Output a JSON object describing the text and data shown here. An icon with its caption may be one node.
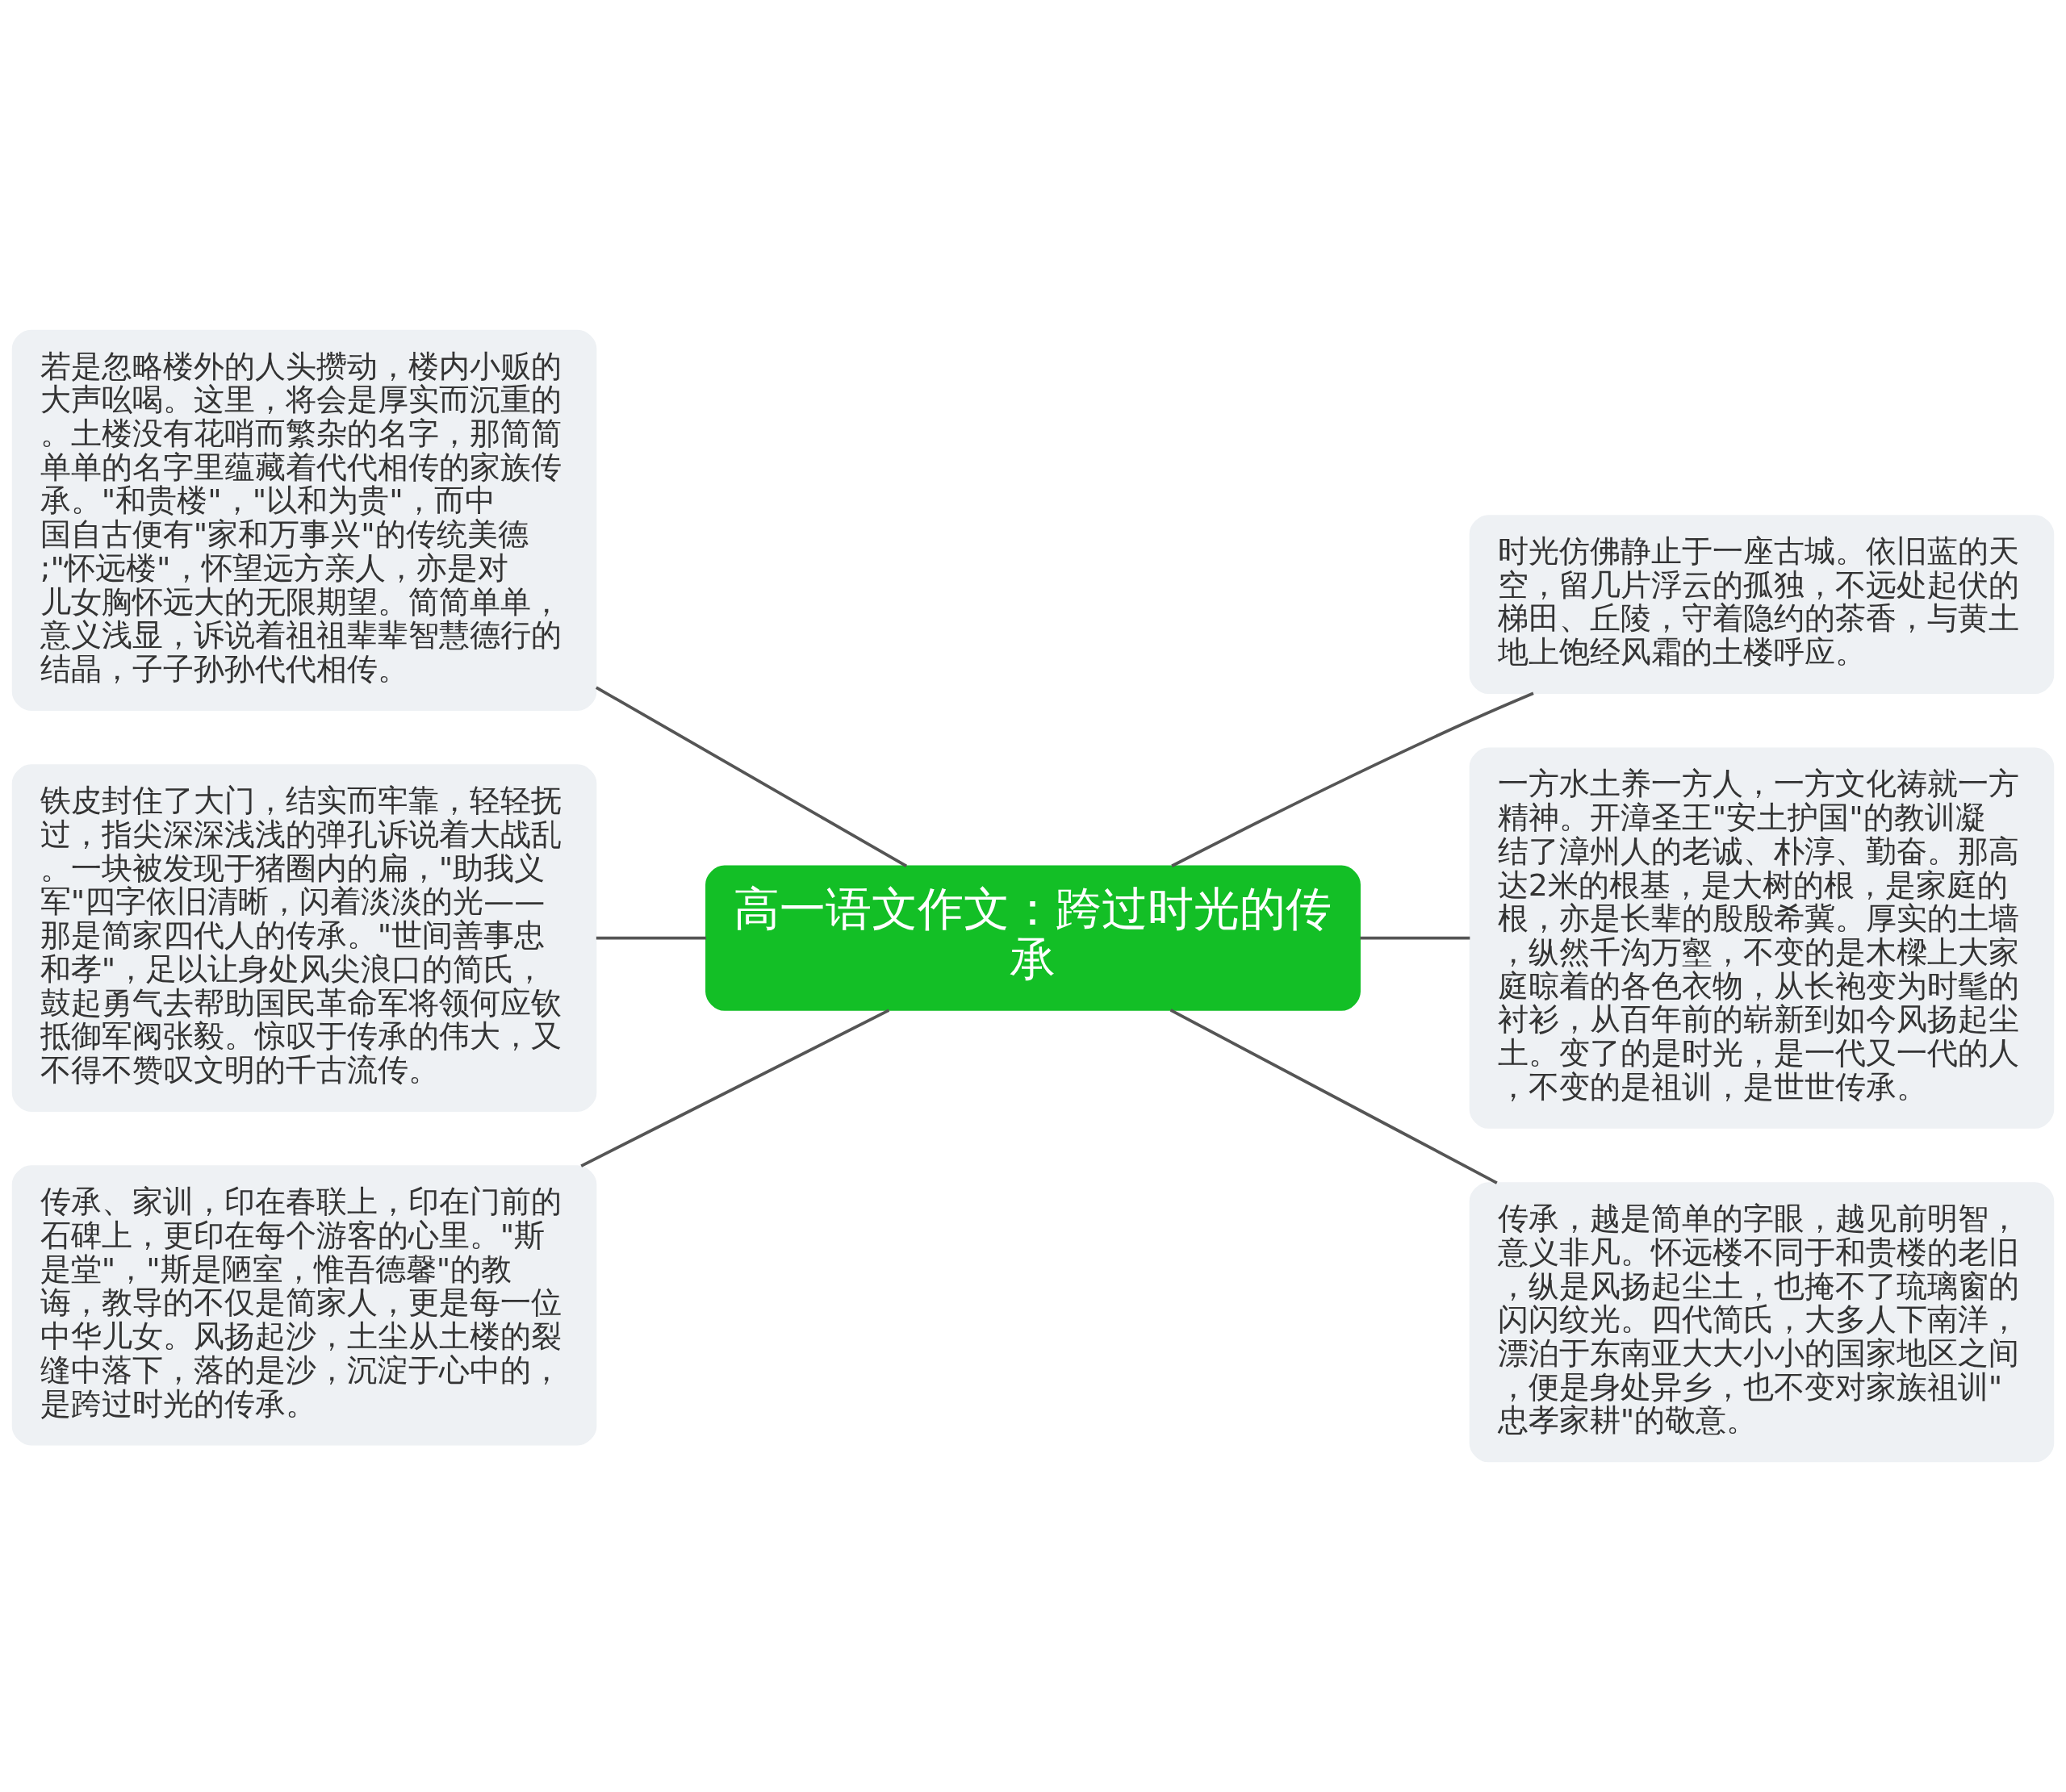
{
  "diagram": {
    "nodes": [
      {
        "text": [
          "高一语文作文：跨过时光的传承"
        ]
      },
      {
        "text": [
          "若是忽略楼外的人头攒动，楼内小贩的大声吆喝。这里，将会是厚实而沉重的。土楼没有花哨而繁杂的名字，那简简单单的名字里蕴藏着代代相传的家族传承。\"和贵楼\"，\"以和为贵\"，而中国自古便有\"家和万事兴\"的传统美德;\"怀远楼\"，怀望远方亲人，亦是对儿女胸怀远大的无限期望。简简单单，意义浅显，诉说着祖祖辈辈智慧德行的结晶，子子孙孙代代相传。"
        ]
      },
      {
        "text": [
          "铁皮封住了大门，结实而牢靠，轻轻抚过，指尖深深浅浅的弹孔诉说着大战乱。一块被发现于猪圈内的扁，\"助我义军\"四字依旧清晰，闪着淡淡的光——那是简家四代人的传承。\"世间善事忠和孝\"，足以让身处风尖浪口的简氏，鼓起勇气去帮助国民革命军将领何应钦抵御军阀张毅。惊叹于传承的伟大，又不得不赞叹文明的千古流传。"
        ]
      },
      {
        "text": [
          "传承、家训，印在春联上，印在门前的石碑上，更印在每个游客的心里。\"斯是堂\"，\"斯是陋室，惟吾德馨\"的教诲，教导的不仅是简家人，更是每一位中华儿女。风扬起沙，土尘从土楼的裂缝中落下，落的是沙，沉淀于心中的，是跨过时光的传承。"
        ]
      },
      {
        "text": [
          "时光仿佛静止于一座古城。依旧蓝的天空，留几片浮云的孤独，不远处起伏的梯田、丘陵，守着隐约的茶香，与黄土地上饱经风霜的土楼呼应。"
        ]
      },
      {
        "text": [
          "一方水土养一方人，一方文化祷就一方精神。开漳圣王\"安土护国\"的教训凝结了漳州人的老诚、朴淳、勤奋。那高达2米的根基，是大树的根，是家庭的根，亦是长辈的殷殷希冀。厚实的土墙，纵然千沟万壑，不变的是木樑上大家庭晾着的各色衣物，从长袍变为时髦的衬衫，从百年前的崭新到如今风扬起尘土。变了的是时光，是一代又一代的人，不变的是祖训，是世世传承。"
        ]
      },
      {
        "text": [
          "传承，越是简单的字眼，越见前明智，意义非凡。怀远楼不同于和贵楼的老旧，纵是风扬起尘土，也掩不了琉璃窗的闪闪纹光。四代简氏，大多人下南洋，漂泊于东南亚大大小小的国家地区之间，便是身处异乡，也不变对家族祖训\"忠孝家耕\"的敬意。"
        ]
      }
    ],
    "edges": [
      {
        "from": 0,
        "to": 1,
        "arrow": "none"
      },
      {
        "from": 0,
        "to": 2,
        "arrow": "none"
      },
      {
        "from": 0,
        "to": 3,
        "arrow": "none"
      },
      {
        "from": 0,
        "to": 4,
        "arrow": "none"
      },
      {
        "from": 0,
        "to": 5,
        "arrow": "none"
      },
      {
        "from": 0,
        "to": 6,
        "arrow": "none"
      }
    ]
  }
}
